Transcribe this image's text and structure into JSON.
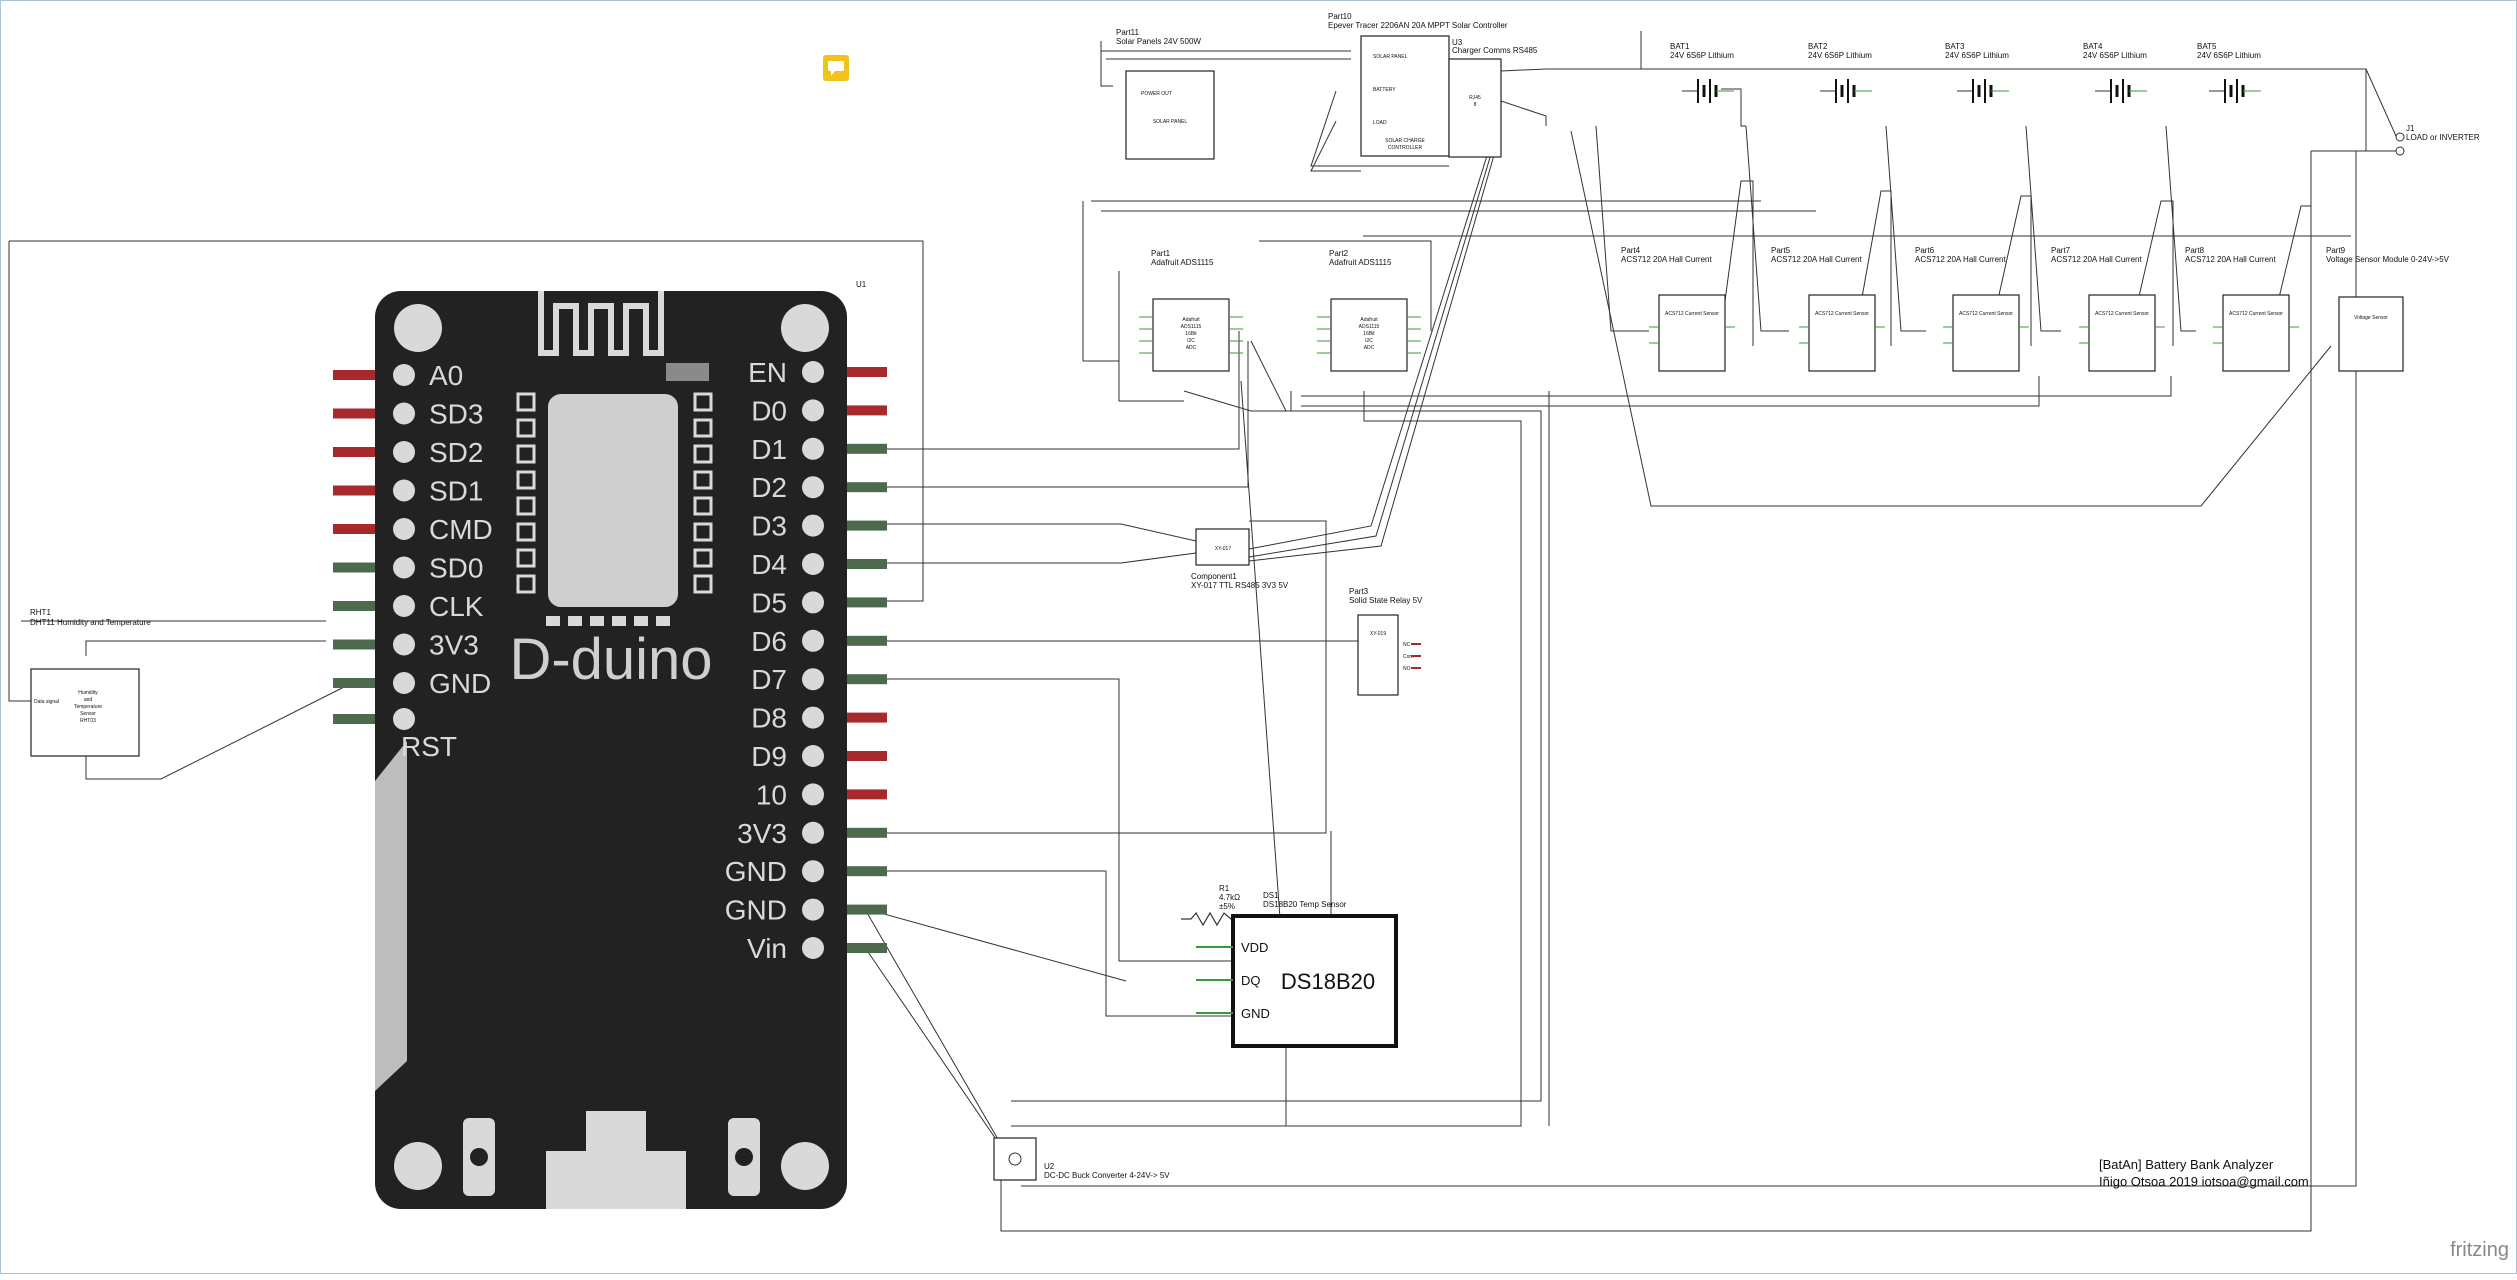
{
  "board": {
    "label": "D-duino",
    "ref": "U1",
    "left_pins": [
      "A0",
      "SD3",
      "SD2",
      "SD1",
      "CMD",
      "SD0",
      "CLK",
      "3V3",
      "GND",
      "RST"
    ],
    "right_pins": [
      "EN",
      "D0",
      "D1",
      "D2",
      "D3",
      "D4",
      "D5",
      "D6",
      "D7",
      "D8",
      "D9",
      "10",
      "3V3",
      "GND",
      "GND",
      "Vin"
    ]
  },
  "dht": {
    "ref": "RHT1",
    "title": "DHT11 Humidity and Temperature",
    "body": [
      "Humidity",
      "and",
      "Temperature",
      "Sensor",
      "RHT03"
    ],
    "pin": "Data signal"
  },
  "panel": {
    "ref": "Part11",
    "title": "Solar Panels 24V 500W",
    "body": "SOLAR PANEL",
    "pin": "POWER OUT"
  },
  "controller": {
    "ref": "Part10",
    "title": "Epever Tracer 2206AN 20A MPPT Solar Controller",
    "body": [
      "SOLAR CHARGE",
      "CONTROLLER"
    ],
    "pins": [
      "SOLAR PANEL",
      "BATTERY",
      "LOAD"
    ]
  },
  "rs485": {
    "ref": "U3",
    "title": "Charger Comms RS485",
    "body": [
      "RJ45",
      "8"
    ]
  },
  "batteries": [
    {
      "ref": "BAT1",
      "title": "24V 6S6P Lithium"
    },
    {
      "ref": "BAT2",
      "title": "24V 6S6P Lithium"
    },
    {
      "ref": "BAT3",
      "title": "24V 6S6P Lithium"
    },
    {
      "ref": "BAT4",
      "title": "24V 6S6P Lithium"
    },
    {
      "ref": "BAT5",
      "title": "24V 6S6P Lithium"
    }
  ],
  "load": {
    "ref": "J1",
    "title": "LOAD or INVERTER"
  },
  "adcs": [
    {
      "ref": "Part1",
      "title": "Adafruit ADS1115",
      "body": [
        "Adafruit",
        "ADS1115",
        "16Bit",
        "I2C",
        "ADC"
      ]
    },
    {
      "ref": "Part2",
      "title": "Adafruit ADS1115",
      "body": [
        "Adafruit",
        "ADS1115",
        "16Bit",
        "I2C",
        "ADC"
      ]
    }
  ],
  "sensors": [
    {
      "ref": "Part4",
      "title": "ACS712 20A Hall Current",
      "body": "ACS712 Current Sensor"
    },
    {
      "ref": "Part5",
      "title": "ACS712 20A Hall Current",
      "body": "ACS712 Current Sensor"
    },
    {
      "ref": "Part6",
      "title": "ACS712 20A Hall Current",
      "body": "ACS712 Current Sensor"
    },
    {
      "ref": "Part7",
      "title": "ACS712 20A Hall Current",
      "body": "ACS712 Current Sensor"
    },
    {
      "ref": "Part8",
      "title": "ACS712 20A Hall Current",
      "body": "ACS712 Current Sensor"
    }
  ],
  "voltage": {
    "ref": "Part9",
    "title": "Voltage Sensor Module 0-24V->5V",
    "body": "Voltage Sensor"
  },
  "ttl": {
    "ref": "Component1",
    "title": "XY-017 TTL RS485 3V3 5V",
    "body": "XY-017"
  },
  "relay": {
    "ref": "Part3",
    "title": "Solid State Relay 5V",
    "body": "XY-019",
    "pins": [
      "NC",
      "Com",
      "NO"
    ]
  },
  "ds18b20": {
    "ref": "DS1",
    "title": "DS18B20 Temp Sensor",
    "body": "DS18B20",
    "pins": [
      "VDD",
      "DQ",
      "GND"
    ]
  },
  "resistor": {
    "ref": "R1",
    "value": "4.7kΩ",
    "tol": "±5%"
  },
  "buck": {
    "ref": "U2",
    "title": "DC-DC Buck Converter 4-24V-> 5V"
  },
  "footer": {
    "line1": "[BatAn] Battery Bank Analyzer",
    "line2": "Iñigo Otsoa 2019 iotsoa@gmail.com"
  },
  "watermark": "fritzing",
  "colors": {
    "pcb": "#222222",
    "pin_red": "#a8292b",
    "pin_green": "#4e6a4e",
    "wire_green": "#3a9a3a",
    "note": "#f3c21b"
  }
}
